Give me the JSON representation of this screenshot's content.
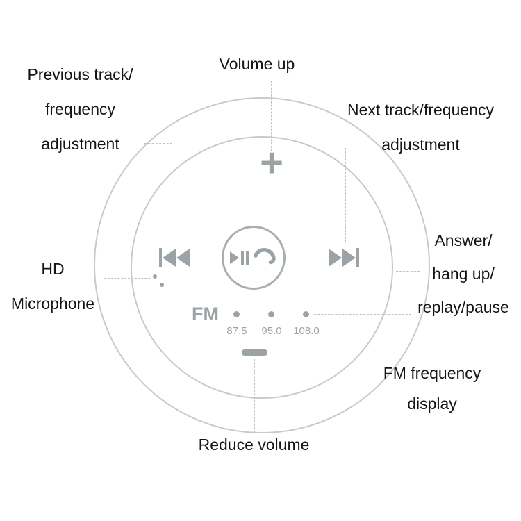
{
  "figure": {
    "description": "Bluetooth FM transmitter button diagram",
    "background": "#ffffff"
  },
  "colors": {
    "circle_stroke": "#c6cacc",
    "glyph": "#9ba3a6",
    "dashed_line": "#bcc1c3",
    "label_text": "#151515"
  },
  "labels": {
    "volume_up": "Volume up",
    "previous_track": [
      "Previous track/",
      "frequency",
      "adjustment"
    ],
    "next_track": [
      "Next track/frequency",
      "adjustment"
    ],
    "hd_microphone": [
      "HD",
      "Microphone"
    ],
    "answer": [
      "Answer/",
      "hang up/",
      "replay/pause"
    ],
    "fm_frequency": [
      "FM frequency",
      "display"
    ],
    "reduce_volume": "Reduce volume"
  },
  "device": {
    "plus_sign": "+",
    "fm_label": "FM",
    "frequencies": [
      "87.5",
      "95.0",
      "108.0"
    ]
  }
}
